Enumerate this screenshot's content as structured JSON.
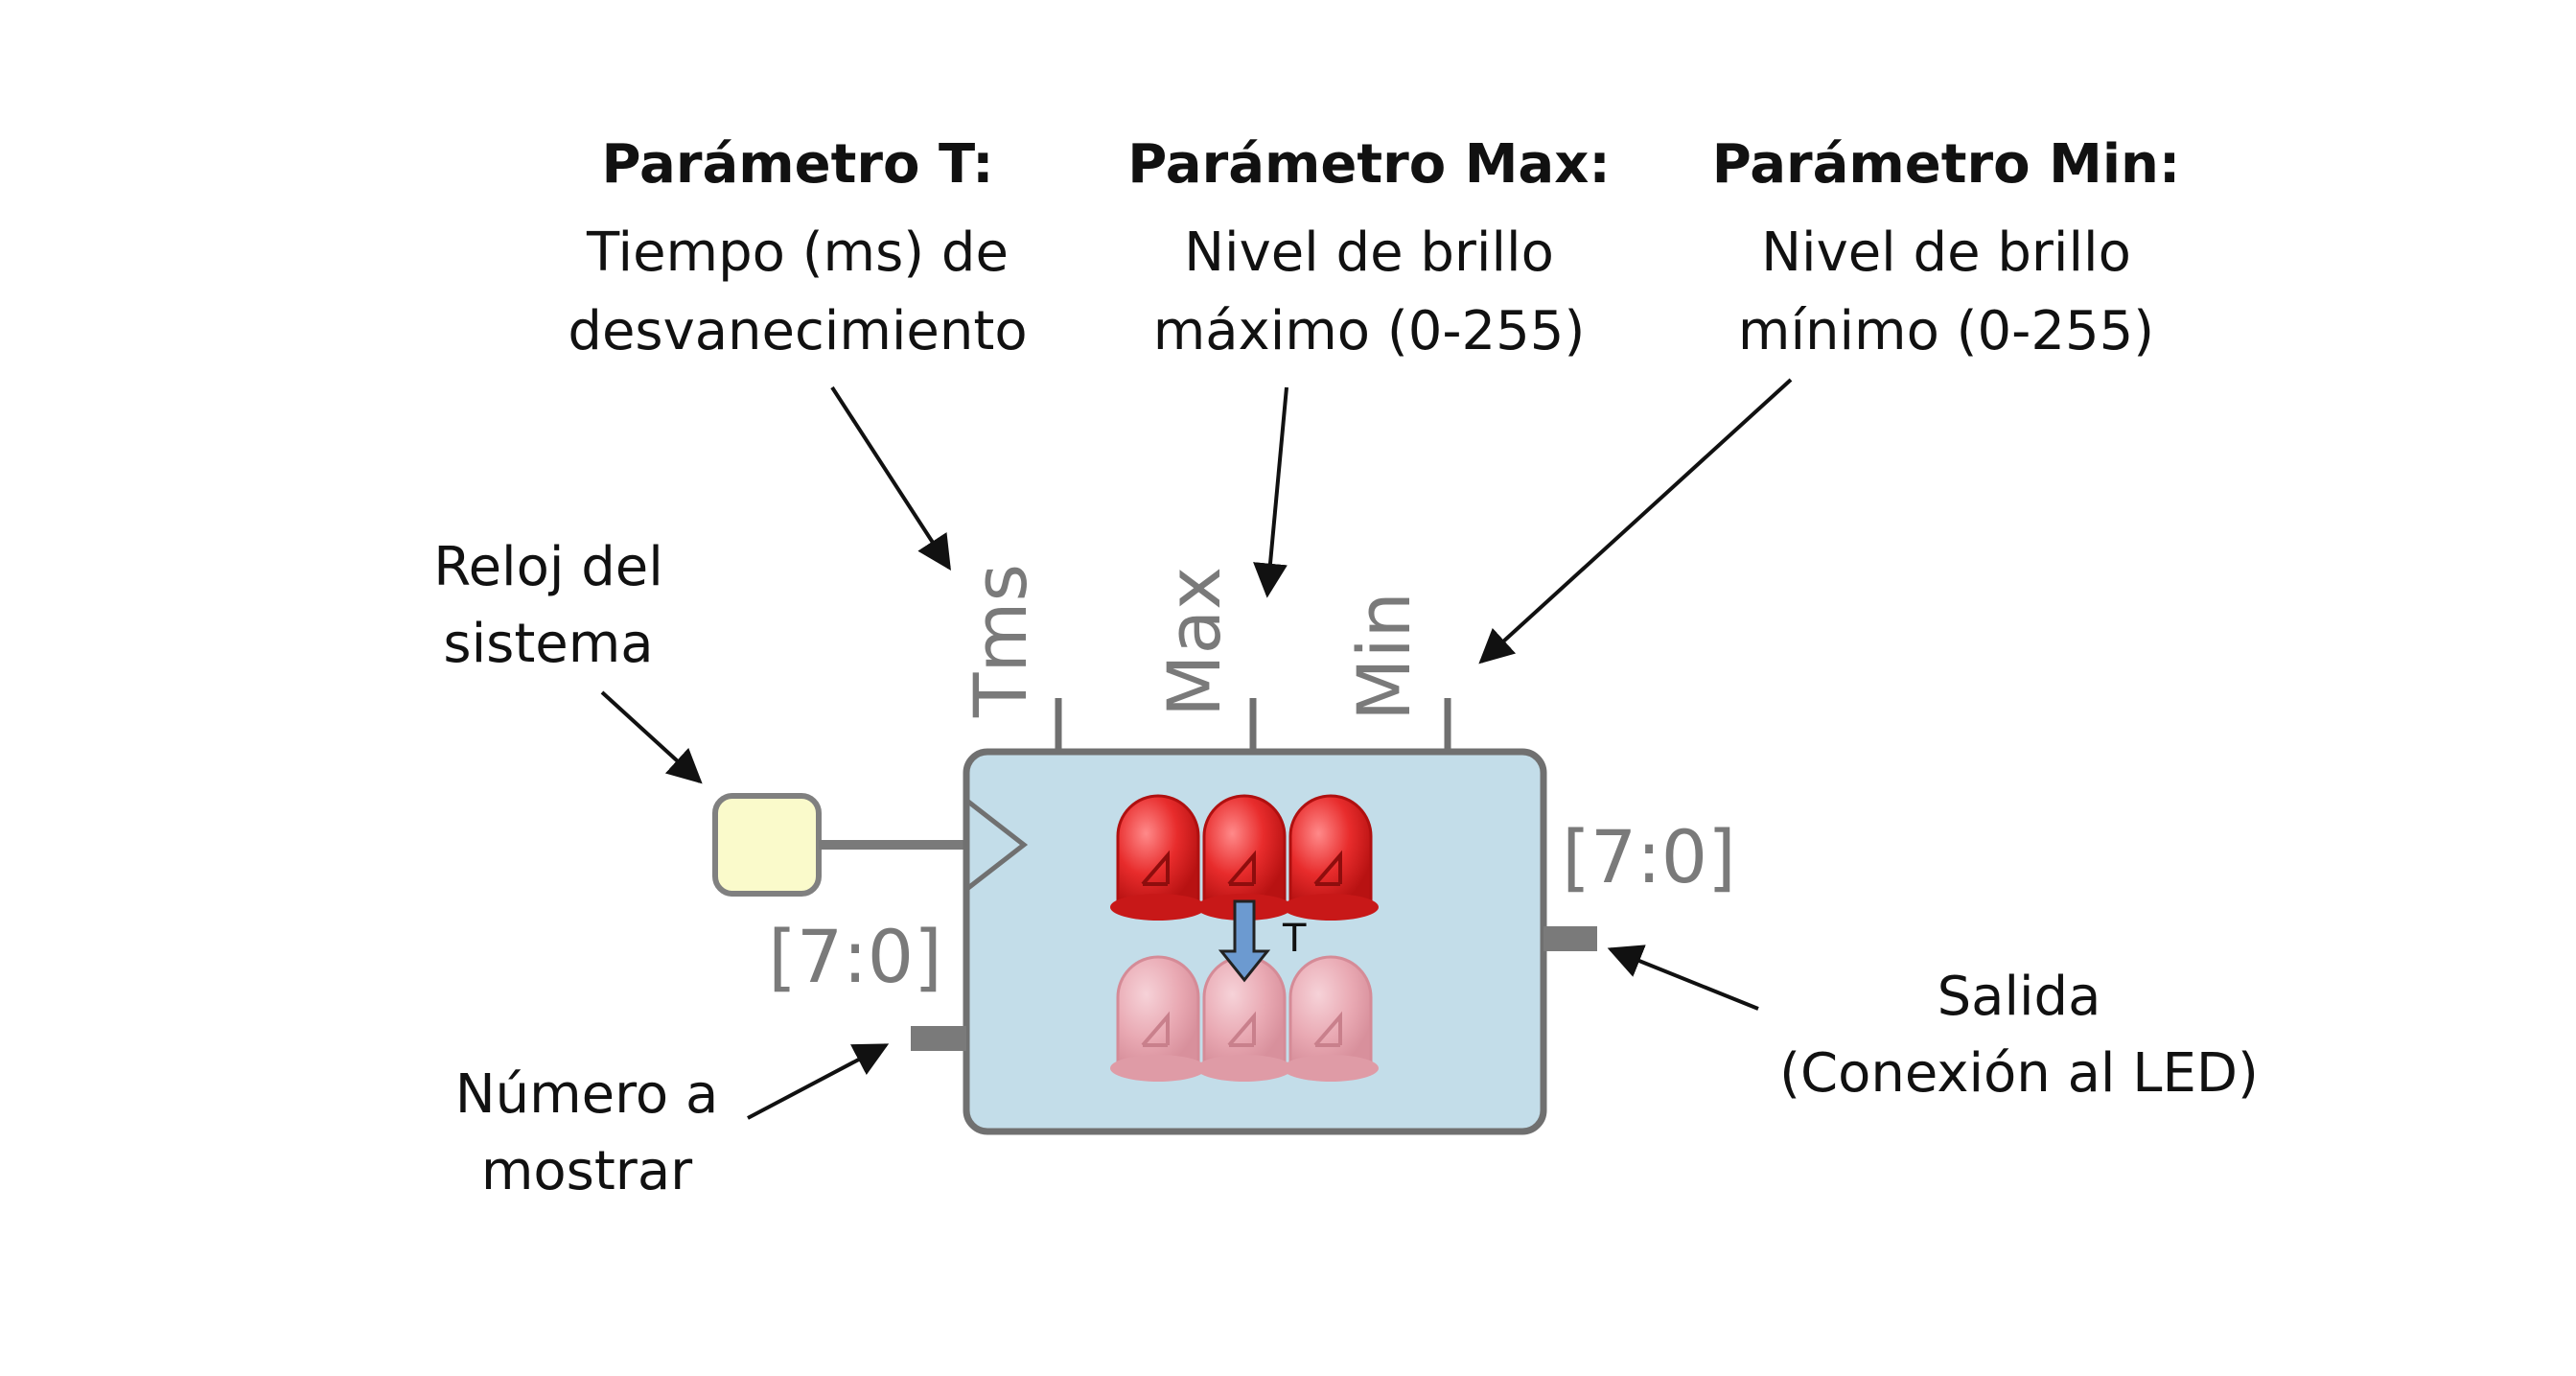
{
  "parameters": {
    "t": {
      "title": "Parámetro T:",
      "line1": "Tiempo (ms) de",
      "line2": "desvanecimiento"
    },
    "max": {
      "title": "Parámetro Max:",
      "line1": "Nivel de brillo",
      "line2": "máximo (0-255)"
    },
    "min": {
      "title": "Parámetro Min:",
      "line1": "Nivel de brillo",
      "line2": "mínimo (0-255)"
    }
  },
  "clock": {
    "line1": "Reloj del",
    "line2": "sistema"
  },
  "input": {
    "bus_label": "[7:0]",
    "line1": "Número a",
    "line2": "mostrar"
  },
  "output": {
    "bus_label": "[7:0]",
    "line1": "Salida",
    "line2": "(Conexión al LED)"
  },
  "block": {
    "port_tms": "Tms",
    "port_max": "Max",
    "port_min": "Min",
    "fade_arrow_label": "T"
  },
  "colors": {
    "block_fill": "#c3dde9",
    "block_stroke": "#707070",
    "clock_fill": "#fafacb",
    "led_on": "#e32a2a",
    "led_off": "#e9a8b2",
    "fade_arrow": "#6c9ad0"
  }
}
